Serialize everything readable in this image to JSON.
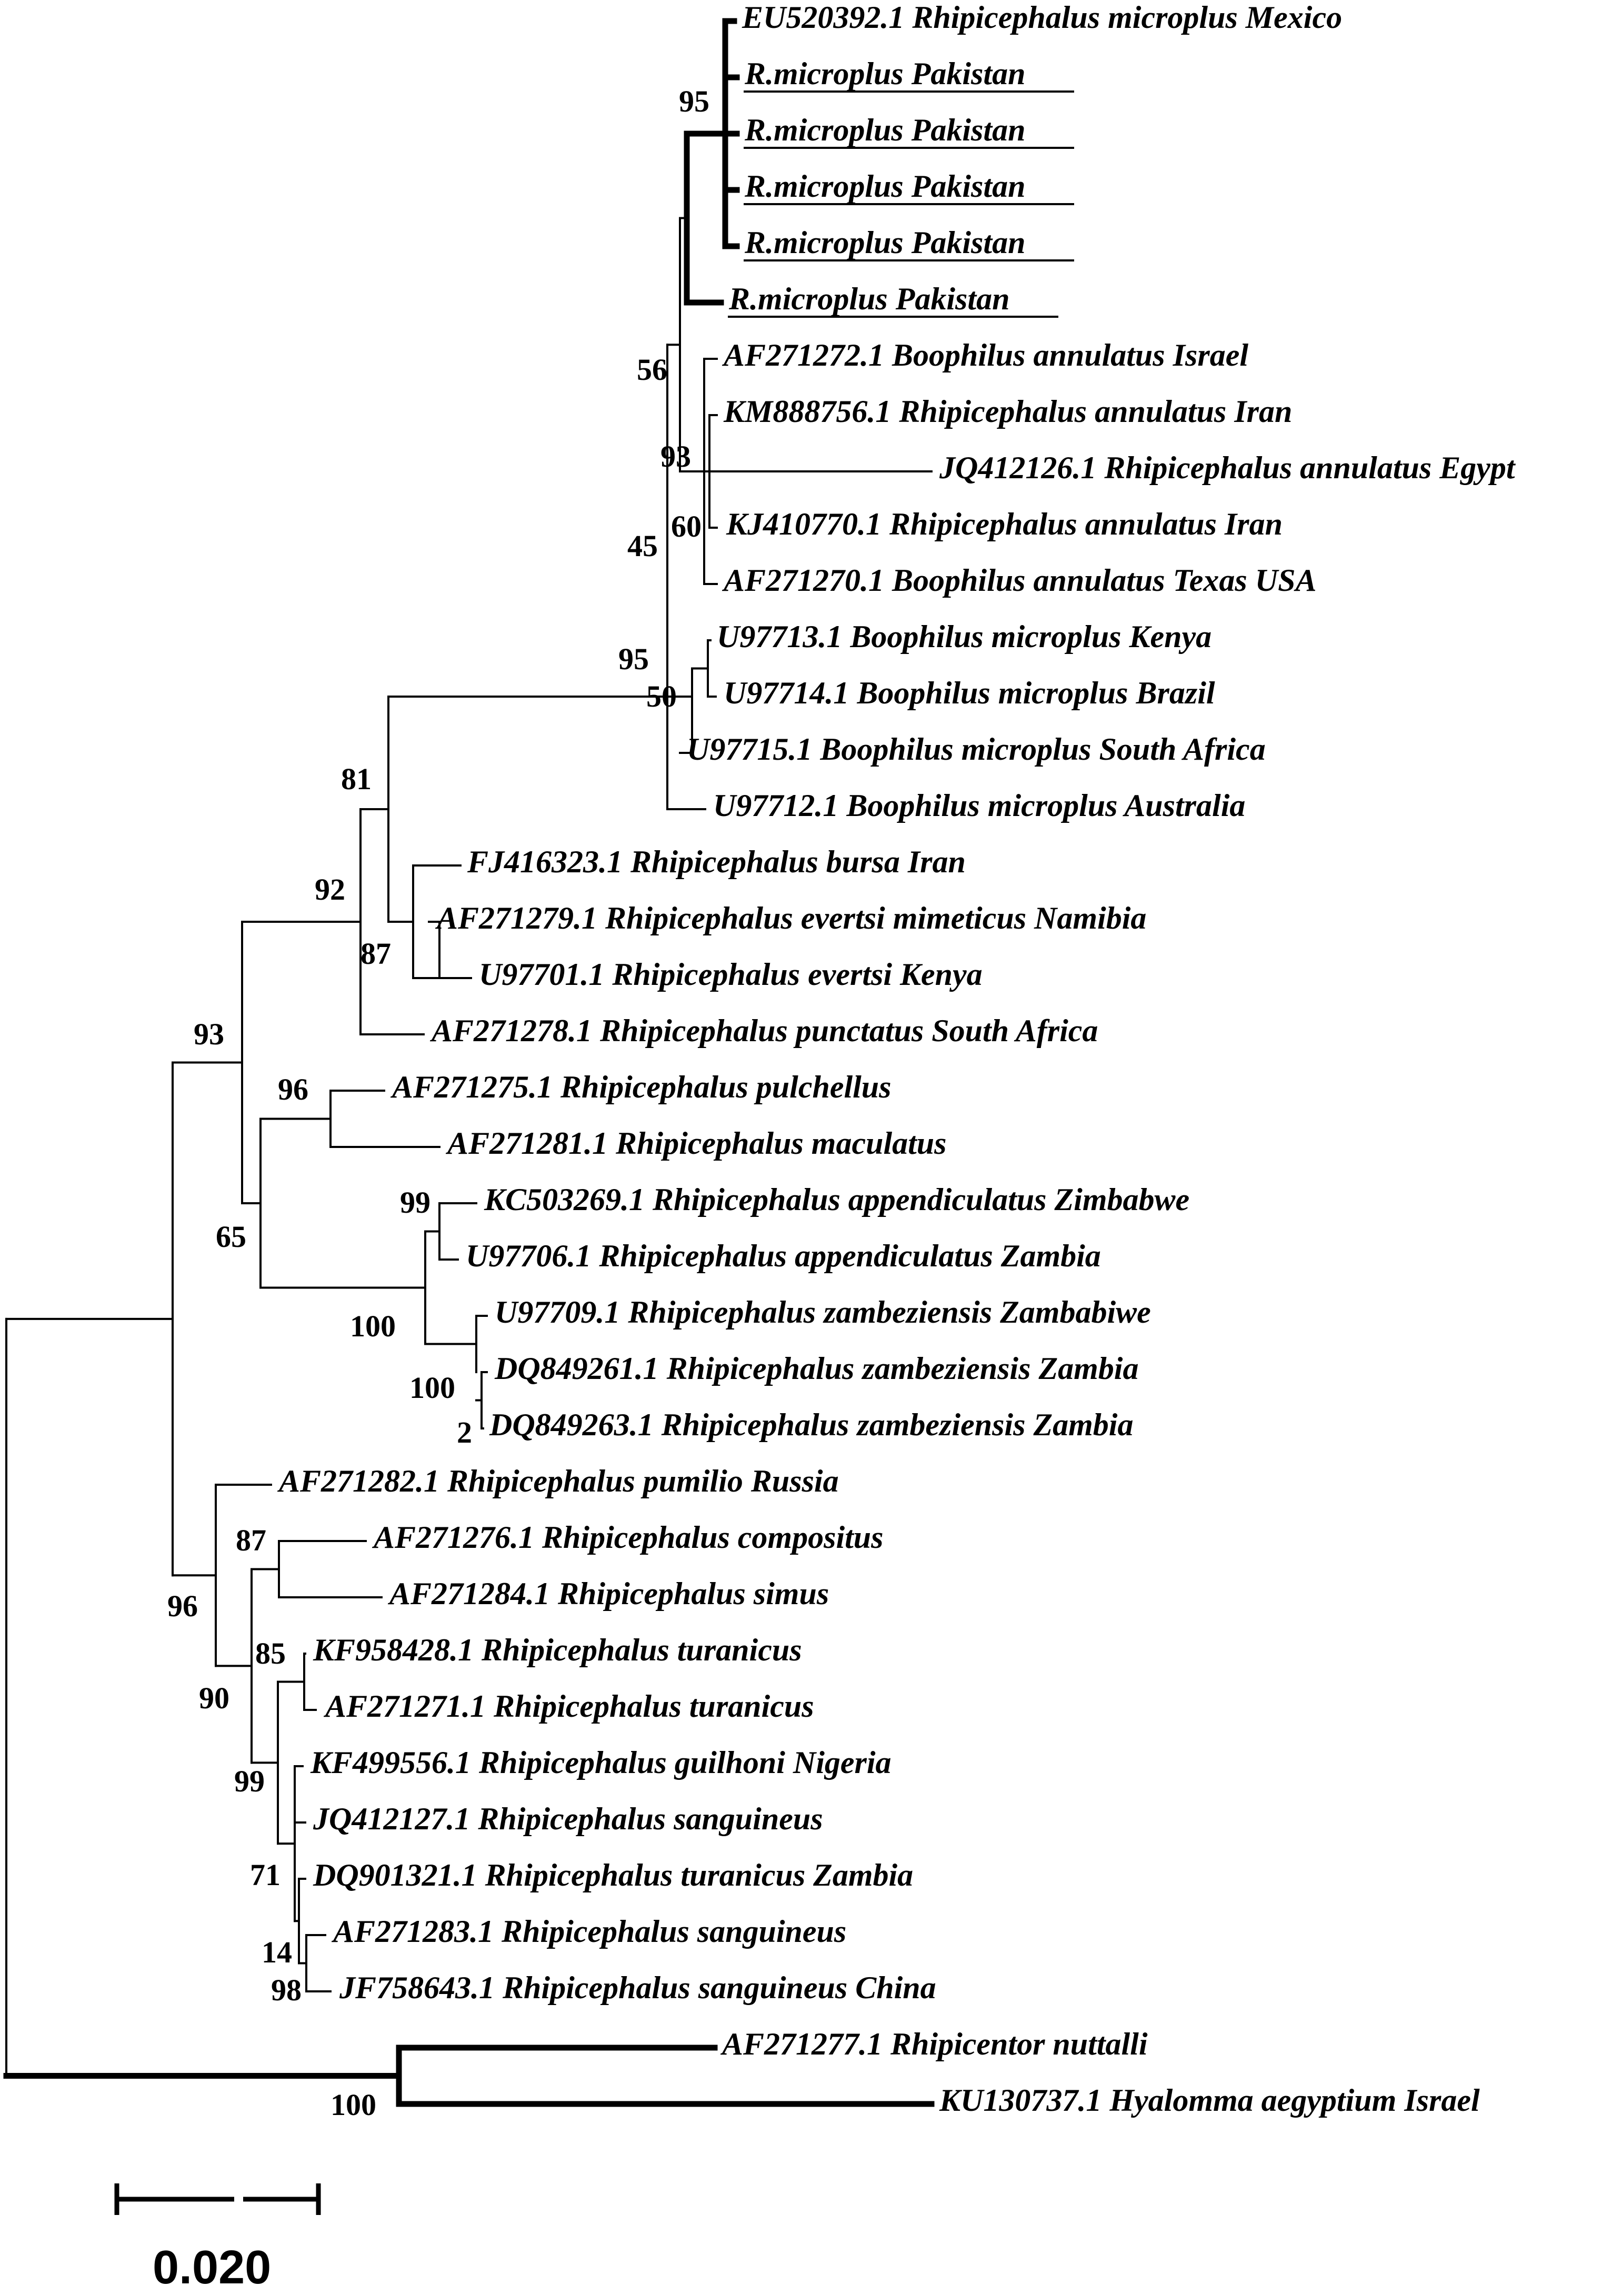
{
  "taxa": [
    {
      "label": "EU520392.1 Rhipicephalus microplus Mexico",
      "underline": false
    },
    {
      "label": "R.microplus Pakistan",
      "underline": true
    },
    {
      "label": "R.microplus Pakistan",
      "underline": true
    },
    {
      "label": "R.microplus Pakistan",
      "underline": true
    },
    {
      "label": "R.microplus Pakistan",
      "underline": true
    },
    {
      "label": "R.microplus Pakistan",
      "underline": true
    },
    {
      "label": "AF271272.1 Boophilus annulatus Israel",
      "underline": false
    },
    {
      "label": "KM888756.1 Rhipicephalus annulatus Iran",
      "underline": false
    },
    {
      "label": "JQ412126.1 Rhipicephalus annulatus Egypt",
      "underline": false
    },
    {
      "label": "KJ410770.1 Rhipicephalus annulatus Iran",
      "underline": false
    },
    {
      "label": "AF271270.1 Boophilus annulatus Texas USA",
      "underline": false
    },
    {
      "label": "U97713.1 Boophilus microplus Kenya",
      "underline": false
    },
    {
      "label": "U97714.1 Boophilus microplus Brazil",
      "underline": false
    },
    {
      "label": "U97715.1 Boophilus microplus South Africa",
      "underline": false
    },
    {
      "label": "U97712.1 Boophilus microplus Australia",
      "underline": false
    },
    {
      "label": "FJ416323.1 Rhipicephalus bursa Iran",
      "underline": false
    },
    {
      "label": "AF271279.1 Rhipicephalus evertsi mimeticus Namibia",
      "underline": false
    },
    {
      "label": "U97701.1 Rhipicephalus evertsi Kenya",
      "underline": false
    },
    {
      "label": "AF271278.1 Rhipicephalus punctatus South Africa",
      "underline": false
    },
    {
      "label": "AF271275.1 Rhipicephalus pulchellus",
      "underline": false
    },
    {
      "label": "AF271281.1 Rhipicephalus maculatus",
      "underline": false
    },
    {
      "label": "KC503269.1 Rhipicephalus appendiculatus Zimbabwe",
      "underline": false
    },
    {
      "label": "U97706.1 Rhipicephalus appendiculatus Zambia",
      "underline": false
    },
    {
      "label": "U97709.1 Rhipicephalus zambeziensis Zambabiwe",
      "underline": false
    },
    {
      "label": "DQ849261.1 Rhipicephalus zambeziensis Zambia",
      "underline": false
    },
    {
      "label": "DQ849263.1 Rhipicephalus zambeziensis Zambia",
      "underline": false
    },
    {
      "label": "AF271282.1 Rhipicephalus pumilio Russia",
      "underline": false
    },
    {
      "label": "AF271276.1 Rhipicephalus compositus",
      "underline": false
    },
    {
      "label": "AF271284.1 Rhipicephalus simus",
      "underline": false
    },
    {
      "label": "KF958428.1 Rhipicephalus turanicus",
      "underline": false
    },
    {
      "label": "AF271271.1 Rhipicephalus turanicus",
      "underline": false
    },
    {
      "label": "KF499556.1 Rhipicephalus guilhoni Nigeria",
      "underline": false
    },
    {
      "label": "JQ412127.1 Rhipicephalus sanguineus",
      "underline": false
    },
    {
      "label": "DQ901321.1 Rhipicephalus turanicus Zambia",
      "underline": false
    },
    {
      "label": "AF271283.1 Rhipicephalus sanguineus",
      "underline": false
    },
    {
      "label": "JF758643.1 Rhipicephalus sanguineus China",
      "underline": false
    },
    {
      "label": "AF271277.1 Rhipicentor nuttalli",
      "underline": false
    },
    {
      "label": "KU130737.1 Hyalomma aegyptium Israel",
      "underline": false
    }
  ],
  "bootstrap_values": [
    "95",
    "56",
    "93",
    "60",
    "45",
    "95",
    "50",
    "81",
    "92",
    "87",
    "93",
    "96",
    "99",
    "65",
    "100",
    "100",
    "2",
    "87",
    "96",
    "85",
    "90",
    "99",
    "71",
    "14",
    "98",
    "100"
  ],
  "scale_bar": {
    "label": "0.020",
    "value": 0.02
  }
}
